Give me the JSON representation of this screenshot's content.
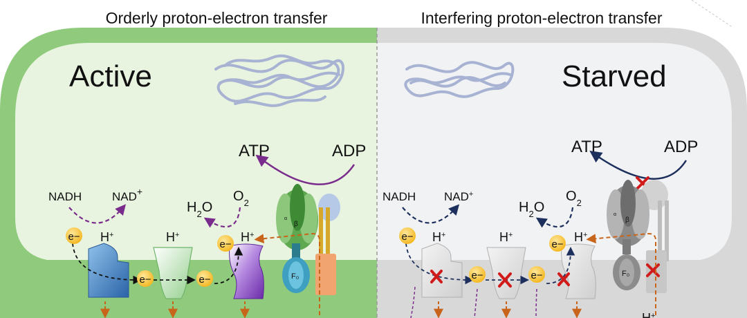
{
  "panels": {
    "left": {
      "heading": "Orderly proton-electron transfer",
      "state": "Active",
      "atp": "ATP",
      "adp": "ADP",
      "nadh": "NADH",
      "nad_base": "NAD",
      "nad_sup": "+",
      "h2o_h": "H",
      "h2o_sub": "2",
      "h2o_o": "O",
      "o2_o": "O",
      "o2_sub": "2",
      "electron": "e−",
      "hplus_base": "H",
      "hplus_sup": "+",
      "beta": "β",
      "alpha": "α",
      "f0": "F₀",
      "colors": {
        "membrane": "#8fca7d",
        "cytoplasm": "#e6f3dc",
        "accent_arrow": "#7a2c8c"
      }
    },
    "right": {
      "heading": "Interfering proton-electron transfer",
      "state": "Starved",
      "atp": "ATP",
      "adp": "ADP",
      "nadh": "NADH",
      "nad_base": "NAD",
      "nad_sup": "+",
      "h2o_h": "H",
      "h2o_sub": "2",
      "h2o_o": "O",
      "o2_o": "O",
      "o2_sub": "2",
      "electron": "e−",
      "hplus_base": "H",
      "hplus_sup": "+",
      "beta": "β",
      "alpha": "α",
      "f0": "F₀",
      "colors": {
        "membrane": "#d6d6d6",
        "cytoplasm": "#f1f2f4",
        "accent_arrow": "#1d2f5c",
        "block_mark": "#d11b1b"
      }
    }
  }
}
